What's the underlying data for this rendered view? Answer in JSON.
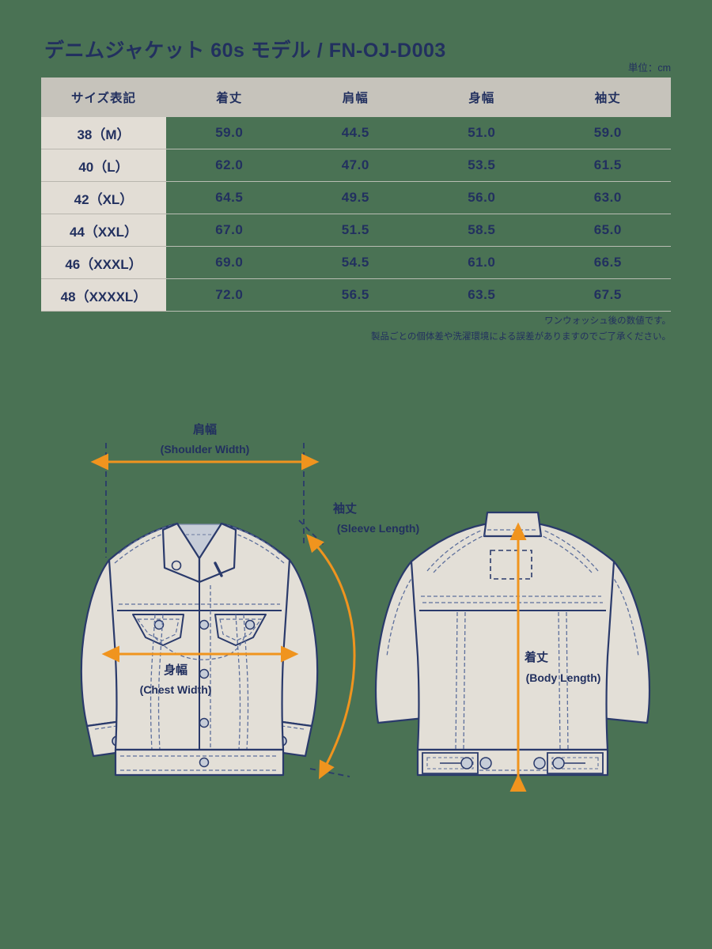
{
  "header": {
    "title": "デニムジャケット 60s モデル / FN-OJ-D003",
    "unit_note": "単位：cm"
  },
  "table": {
    "columns": [
      "サイズ表記",
      "着丈",
      "肩幅",
      "身幅",
      "袖丈"
    ],
    "rows": [
      {
        "size": "38（M）",
        "values": [
          "59.0",
          "44.5",
          "51.0",
          "59.0"
        ]
      },
      {
        "size": "40（L）",
        "values": [
          "62.0",
          "47.0",
          "53.5",
          "61.5"
        ]
      },
      {
        "size": "42（XL）",
        "values": [
          "64.5",
          "49.5",
          "56.0",
          "63.0"
        ]
      },
      {
        "size": "44（XXL）",
        "values": [
          "67.0",
          "51.5",
          "58.5",
          "65.0"
        ]
      },
      {
        "size": "46（XXXL）",
        "values": [
          "69.0",
          "54.5",
          "61.0",
          "66.5"
        ]
      },
      {
        "size": "48（XXXXL）",
        "values": [
          "72.0",
          "56.5",
          "63.5",
          "67.5"
        ]
      }
    ]
  },
  "footnotes": [
    "ワンウォッシュ後の数値です。",
    "製品ごとの個体差や洗濯環境による誤差がありますのでご了承ください。"
  ],
  "diagram": {
    "shoulder": {
      "jp": "肩幅",
      "en": "(Shoulder Width)"
    },
    "sleeve": {
      "jp": "袖丈",
      "en": "(Sleeve Length)"
    },
    "chest": {
      "jp": "身幅",
      "en": "(Chest Width)"
    },
    "body": {
      "jp": "着丈",
      "en": "(Body Length)"
    }
  },
  "colors": {
    "background": "#4a7254",
    "ink": "#22305f",
    "accent": "#f0941e",
    "header_row": "#c6c3bb",
    "label_col": "#e2ddd5",
    "garment_fill": "#e3dfd7",
    "garment_inner": "#c7cdd8"
  }
}
